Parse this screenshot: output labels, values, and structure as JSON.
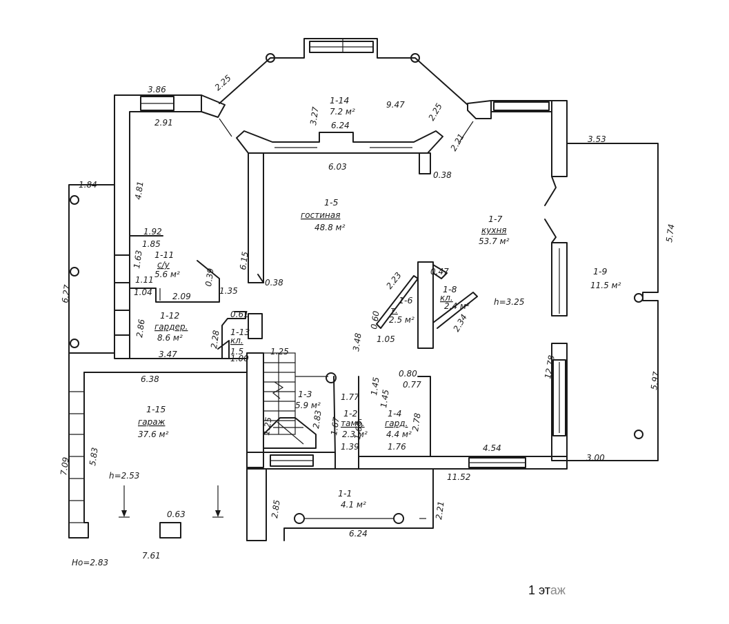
{
  "caption": {
    "main": "1 эт",
    "faded": "аж"
  },
  "plan_base": {
    "label": "Ho=2.83"
  },
  "rooms": [
    {
      "id": "1-14",
      "area": "7.2 м²"
    },
    {
      "id": "1-5",
      "name": "гостиная",
      "area": "48.8 м²"
    },
    {
      "id": "1-7",
      "name": "кухня",
      "area": "53.7 м²"
    },
    {
      "id": "1-11",
      "name": "с/у",
      "area": "5.6 м²"
    },
    {
      "id": "1-12",
      "name": "гардер.",
      "area": "8.6 м²"
    },
    {
      "id": "1-13",
      "name": "кл."
    },
    {
      "id": "1-6",
      "name": "т.",
      "area": "2.5 м²"
    },
    {
      "id": "1-8",
      "name": "кл.",
      "area": "2.4 м²"
    },
    {
      "id": "1-9",
      "area": "11.5 м²"
    },
    {
      "id": "1-15",
      "name": "гараж",
      "area": "37.6 м²"
    },
    {
      "id": "1-3",
      "area": "5.9 м²"
    },
    {
      "id": "1-2",
      "name": "тамб.",
      "area": "2.3 м²"
    },
    {
      "id": "1-4",
      "name": "гард.",
      "area": "4.4 м²"
    },
    {
      "id": "1-1",
      "area": "4.1 м²"
    }
  ],
  "heights": {
    "kitchen": "h=3.25",
    "garage": "h=2.53"
  },
  "dims": {
    "top_window": "2.25",
    "top_left": "3.86",
    "top_left_b": "2.91",
    "bay_width": "9.47",
    "bay_h": "3.27",
    "bay_inner": "6.24",
    "bay_right": "2.25",
    "bay_right_b": "2.21",
    "living_top": "6.03",
    "col_a": "0.38",
    "right_top": "3.53",
    "right_h": "5.74",
    "right_h2": "5.97",
    "kitchen_len": "12.78",
    "bottom_right": "3.00",
    "bottom_mid": "4.54",
    "bottom_total": "11.52",
    "porch_w": "6.24",
    "porch_h": "2.21",
    "porch_h2": "2.85",
    "left_wing_w": "1.84",
    "left_wing_h": "6.27",
    "left_wall_h": "4.81",
    "bath_top": "1.92",
    "bath_b": "1.85",
    "bath_c": "1.63",
    "bath_d": "1.11",
    "bath_e": "1.04",
    "bath_f": "2.09",
    "bath_g": "0.39",
    "bath_h": "1.35",
    "living_left": "6.15",
    "col_b": "0.38",
    "gard_h": "2.86",
    "gard_w": "3.47",
    "cl_a": "0.61",
    "cl_b": "2.28",
    "cl_c": "1.5",
    "cl_d": "1.00",
    "garage_top": "6.38",
    "stair_w": "1.25",
    "stair_a": "1.77",
    "stair_b": "1.39",
    "stair_c": "1.25",
    "stair_d": "2.83",
    "tamb_h": "1.67",
    "gard_a": "1.63",
    "gard_b": "1.45",
    "gard_c": "1.45",
    "gard_d": "0.80",
    "gard_e": "0.77",
    "gard_f": "2.78",
    "gard_g": "1.76",
    "t_a": "2.23",
    "t_b": "0.60",
    "t_c": "3.48",
    "t_d": "1.05",
    "cl8_a": "0.47",
    "cl8_b": "2.34",
    "garage_h": "5.83",
    "garage_h2": "7.09",
    "garage_col": "0.63",
    "garage_w": "7.61"
  }
}
